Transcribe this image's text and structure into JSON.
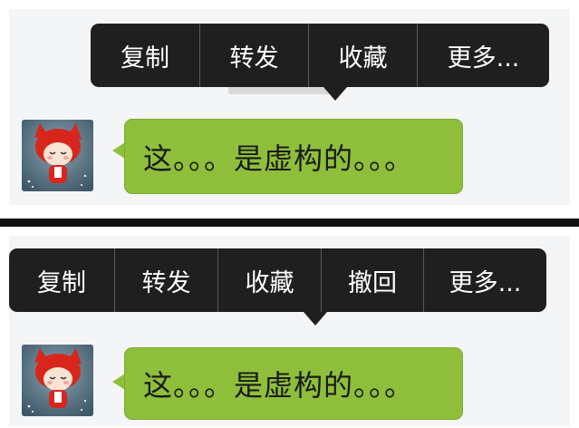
{
  "top_panel": {
    "menu_items": [
      "复制",
      "转发",
      "收藏",
      "更多..."
    ],
    "message_text": "这。。。是虚构的。。。"
  },
  "bottom_panel": {
    "menu_items": [
      "复制",
      "转发",
      "收藏",
      "撤回",
      "更多..."
    ],
    "message_text": "这。。。是虚构的。。。"
  },
  "avatar_icon": "fox-avatar-icon",
  "colors": {
    "menu_bg": "#1f1f1f",
    "bubble_bg": "#8fbf3a",
    "divider": "#111111",
    "background": "#f4f5f6"
  }
}
